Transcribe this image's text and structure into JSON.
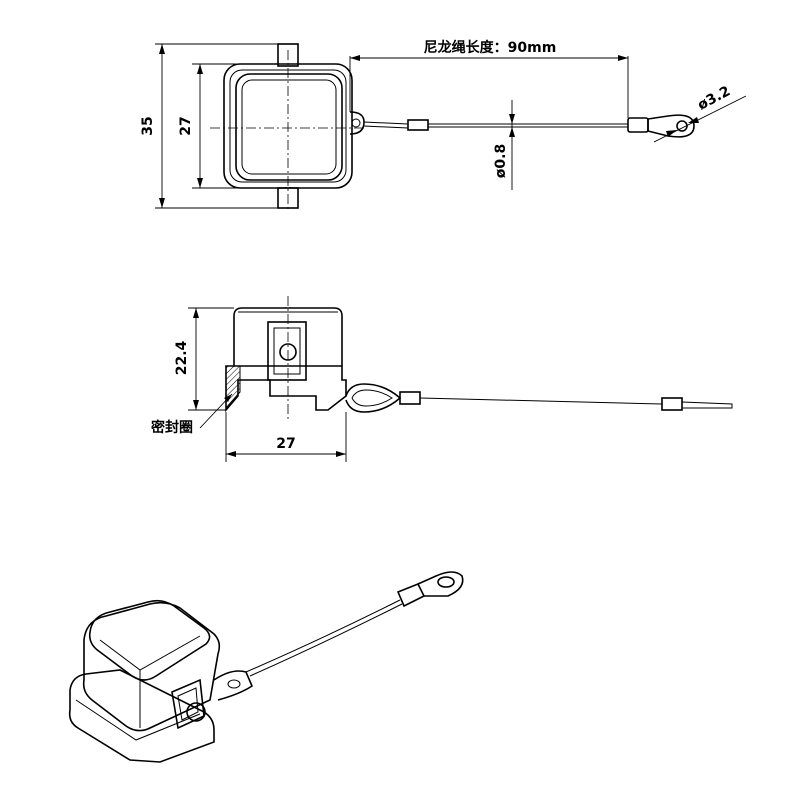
{
  "top_view": {
    "dim_overall_height": "35",
    "dim_inner_height": "27",
    "rope_length_label": "尼龙绳长度：90mm",
    "rope_diameter": "ø0.8",
    "ring_hole_diameter": "ø3.2"
  },
  "side_view": {
    "dim_height": "22.4",
    "dim_width": "27",
    "seal_label": "密封圈"
  }
}
